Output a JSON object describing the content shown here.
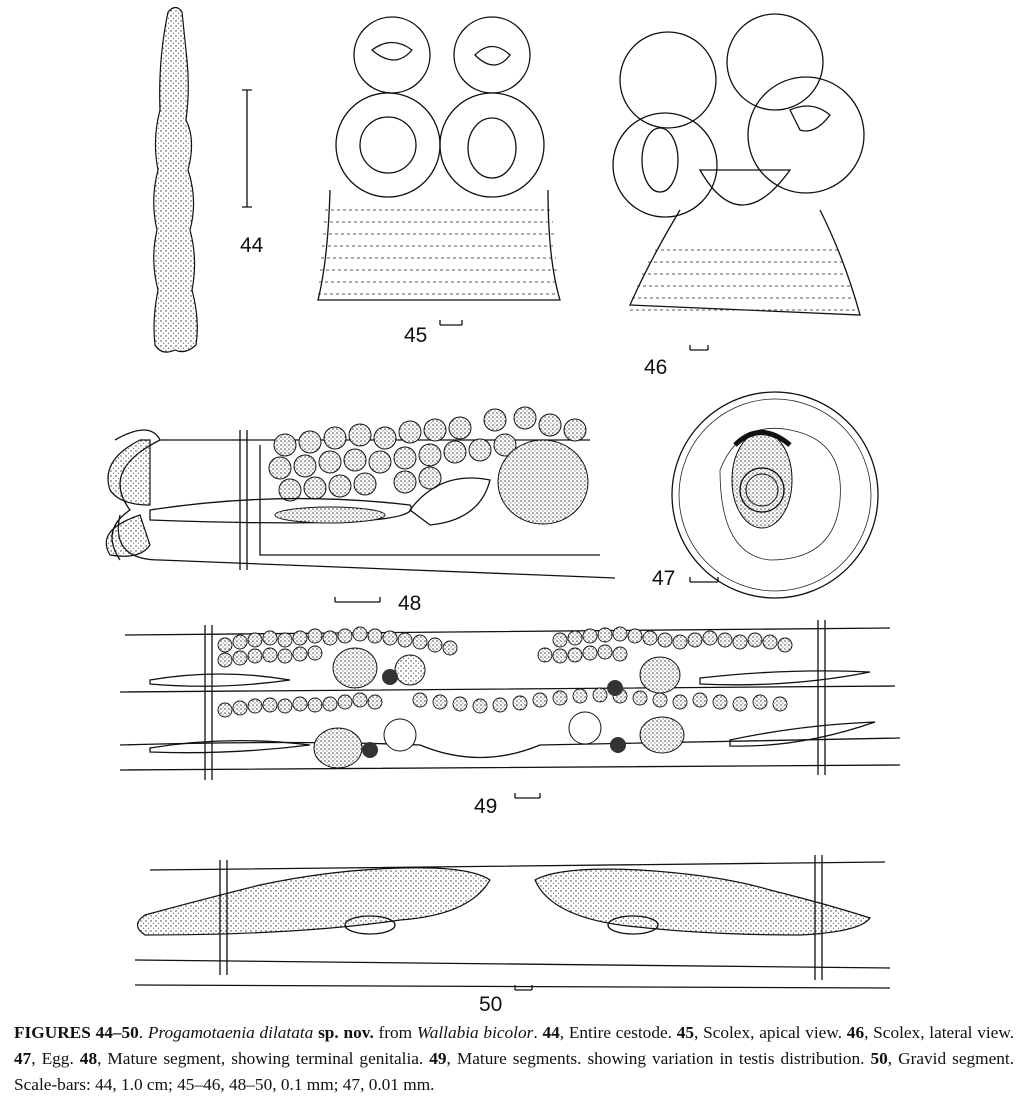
{
  "figures": {
    "f44": "44",
    "f45": "45",
    "f46": "46",
    "f47": "47",
    "f48": "48",
    "f49": "49",
    "f50": "50"
  },
  "caption": {
    "title": "FIGURES 44–50",
    "p1": ". ",
    "genus_species": "Progamotaenia dilatata",
    "sp_nov": " sp. nov.",
    "from": " from ",
    "host": "Wallabia bicolor",
    "p2": ". ",
    "n44": "44",
    "t44": ", Entire cestode. ",
    "n45": "45",
    "t45": ", Scolex, apical view. ",
    "n46": "46",
    "t46": ", Scolex, lateral view. ",
    "n47": "47",
    "t47": ", Egg. ",
    "n48": "48",
    "t48": ", Mature segment, showing terminal genitalia. ",
    "n49": "49",
    "t49": ", Mature segments. showing variation in testis distribution. ",
    "n50": "50",
    "t50": ", Gravid segment. Scale-bars: 44, 1.0 cm; 45–46, 48–50, 0.1 mm; 47, 0.01 mm."
  }
}
